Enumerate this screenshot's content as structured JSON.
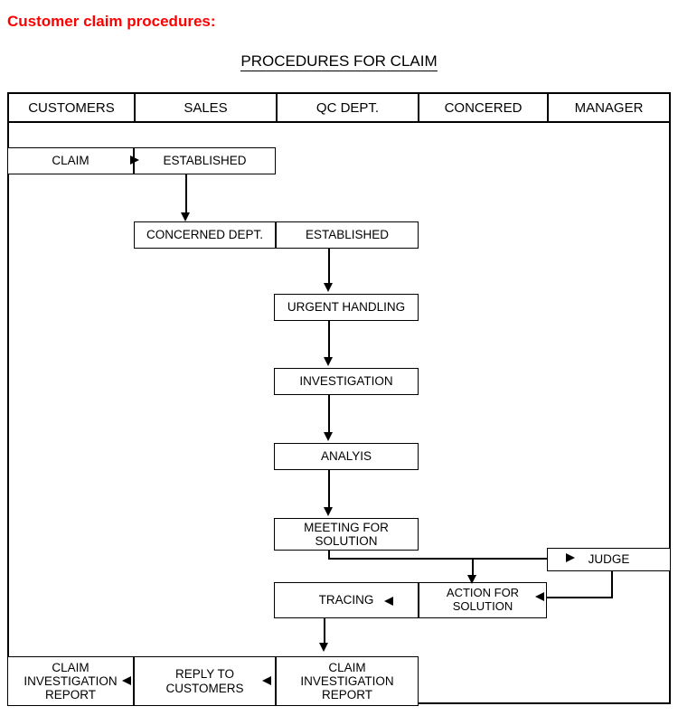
{
  "heading": "Customer claim procedures:",
  "chart": {
    "title": "PROCEDURES FOR CLAIM",
    "type": "flowchart-swimlane",
    "lanes": [
      {
        "label": "CUSTOMERS"
      },
      {
        "label": "SALES"
      },
      {
        "label": "QC DEPT."
      },
      {
        "label": "CONCERED"
      },
      {
        "label": "MANAGER"
      }
    ],
    "nodes": {
      "claim": "CLAIM",
      "established_sales": "ESTABLISHED",
      "concerned_dept": "CONCERNED DEPT.",
      "established_qc": "ESTABLISHED",
      "urgent_handling": "URGENT HANDLING",
      "investigation": "INVESTIGATION",
      "analyis": "ANALYIS",
      "meeting_for_solution": "MEETING FOR\nSOLUTION",
      "judge": "JUDGE",
      "action_for_solution": "ACTION  FOR\nSOLUTION",
      "tracing": "TRACING",
      "report_qc": "CLAIM\nINVESTIGATION\nREPORT",
      "reply_to_customers": "REPLY TO\nCUSTOMERS",
      "report_customer": "CLAIM\nINVESTIGATION\nREPORT"
    },
    "edges": [
      {
        "from": "claim",
        "to": "established_sales",
        "direction": "right"
      },
      {
        "from": "established_sales",
        "to": "concerned_dept",
        "direction": "down"
      },
      {
        "from": "established_qc",
        "to": "urgent_handling",
        "direction": "down"
      },
      {
        "from": "urgent_handling",
        "to": "investigation",
        "direction": "down"
      },
      {
        "from": "investigation",
        "to": "analyis",
        "direction": "down"
      },
      {
        "from": "analyis",
        "to": "meeting_for_solution",
        "direction": "down"
      },
      {
        "from": "meeting_for_solution",
        "to": "judge",
        "direction": "right"
      },
      {
        "from": "meeting_for_solution",
        "to": "action_for_solution",
        "direction": "down"
      },
      {
        "from": "judge",
        "to": "action_for_solution",
        "direction": "left"
      },
      {
        "from": "action_for_solution",
        "to": "tracing",
        "direction": "left"
      },
      {
        "from": "tracing",
        "to": "report_qc",
        "direction": "down"
      },
      {
        "from": "report_qc",
        "to": "reply_to_customers",
        "direction": "left"
      },
      {
        "from": "reply_to_customers",
        "to": "report_customer",
        "direction": "left"
      }
    ]
  },
  "colors": {
    "heading": "#ff0000",
    "stroke": "#000000",
    "background": "#ffffff"
  }
}
